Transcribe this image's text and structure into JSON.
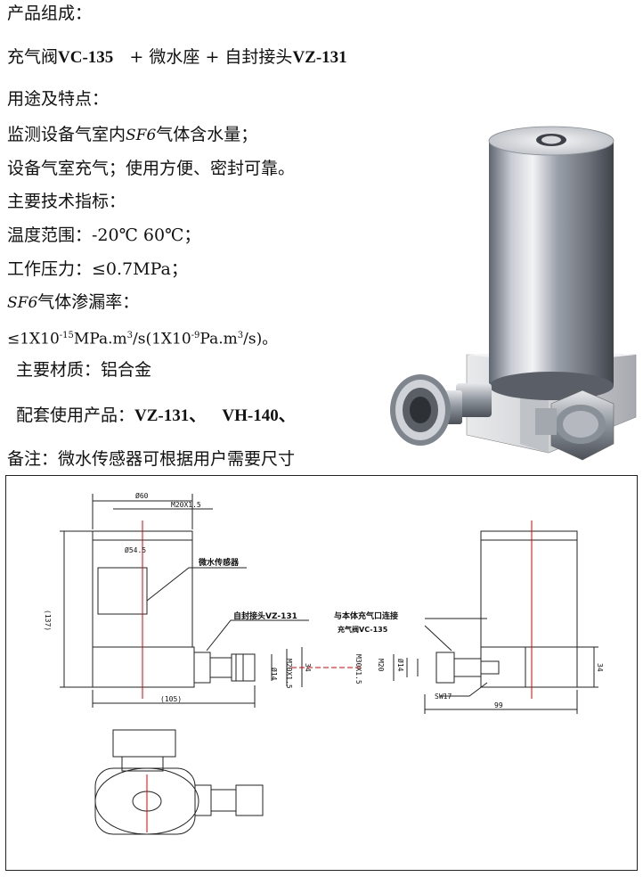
{
  "heading_composition": "产品组成：",
  "composition": {
    "part1": "充气阀",
    "part1_model": "VC-135",
    "plus1": "+",
    "part2": "微水座",
    "plus2": "+",
    "part3": "自封接头",
    "part3_model": "VZ-131"
  },
  "heading_usage": "用途及特点：",
  "usage_line1_pre": "监测设备气室内",
  "usage_line1_sf6": "SF6",
  "usage_line1_post": "气体含水量；",
  "usage_line2": "设备气室充气；使用方便、密封可靠。",
  "heading_specs": "主要技术指标：",
  "temp_range": "温度范围：-20℃    60℃；",
  "pressure": "工作压力：≤0.7MPa；",
  "leak_sf6": "SF6",
  "leak_label": "气体渗漏率：",
  "leak_value_pre": "≤1X10",
  "leak_exp1": "-15",
  "leak_value_mid": "MPa.m",
  "leak_exp2": "3",
  "leak_value_mid2": "/s(1X10",
  "leak_exp3": "-9",
  "leak_value_mid3": "Pa.m",
  "leak_exp4": "3",
  "leak_value_end": "/s)。",
  "material": "主要材质：铝合金",
  "matching_label": "配套使用产品：",
  "matching_1": "VZ-131、",
  "matching_2": "VH-140、",
  "remark": "备注：微水传感器可根据用户需要尺寸",
  "drawing": {
    "dim_d60": "Ø60",
    "dim_m20": "M20X1.5",
    "dim_d54": "Ø54.5",
    "label_sensor": "微水传感器",
    "dim_137": "(137)",
    "label_selfseal": "自封接头VZ-131",
    "dim_d14": "Ø14",
    "dim_m20b": "M20X1.5",
    "dim_34": "34",
    "dim_105": "(105)",
    "label_connect": "与本体充气口连接",
    "label_valve": "充气阀VC-135",
    "dim_m30": "M30X1.5",
    "dim_m20c": "M20",
    "dim_d14b": "Ø14",
    "dim_sw17": "SW17",
    "dim_99": "99",
    "dim_34b": "34"
  },
  "colors": {
    "text": "#111111",
    "redline": "#e00000",
    "drawline": "#222222"
  }
}
